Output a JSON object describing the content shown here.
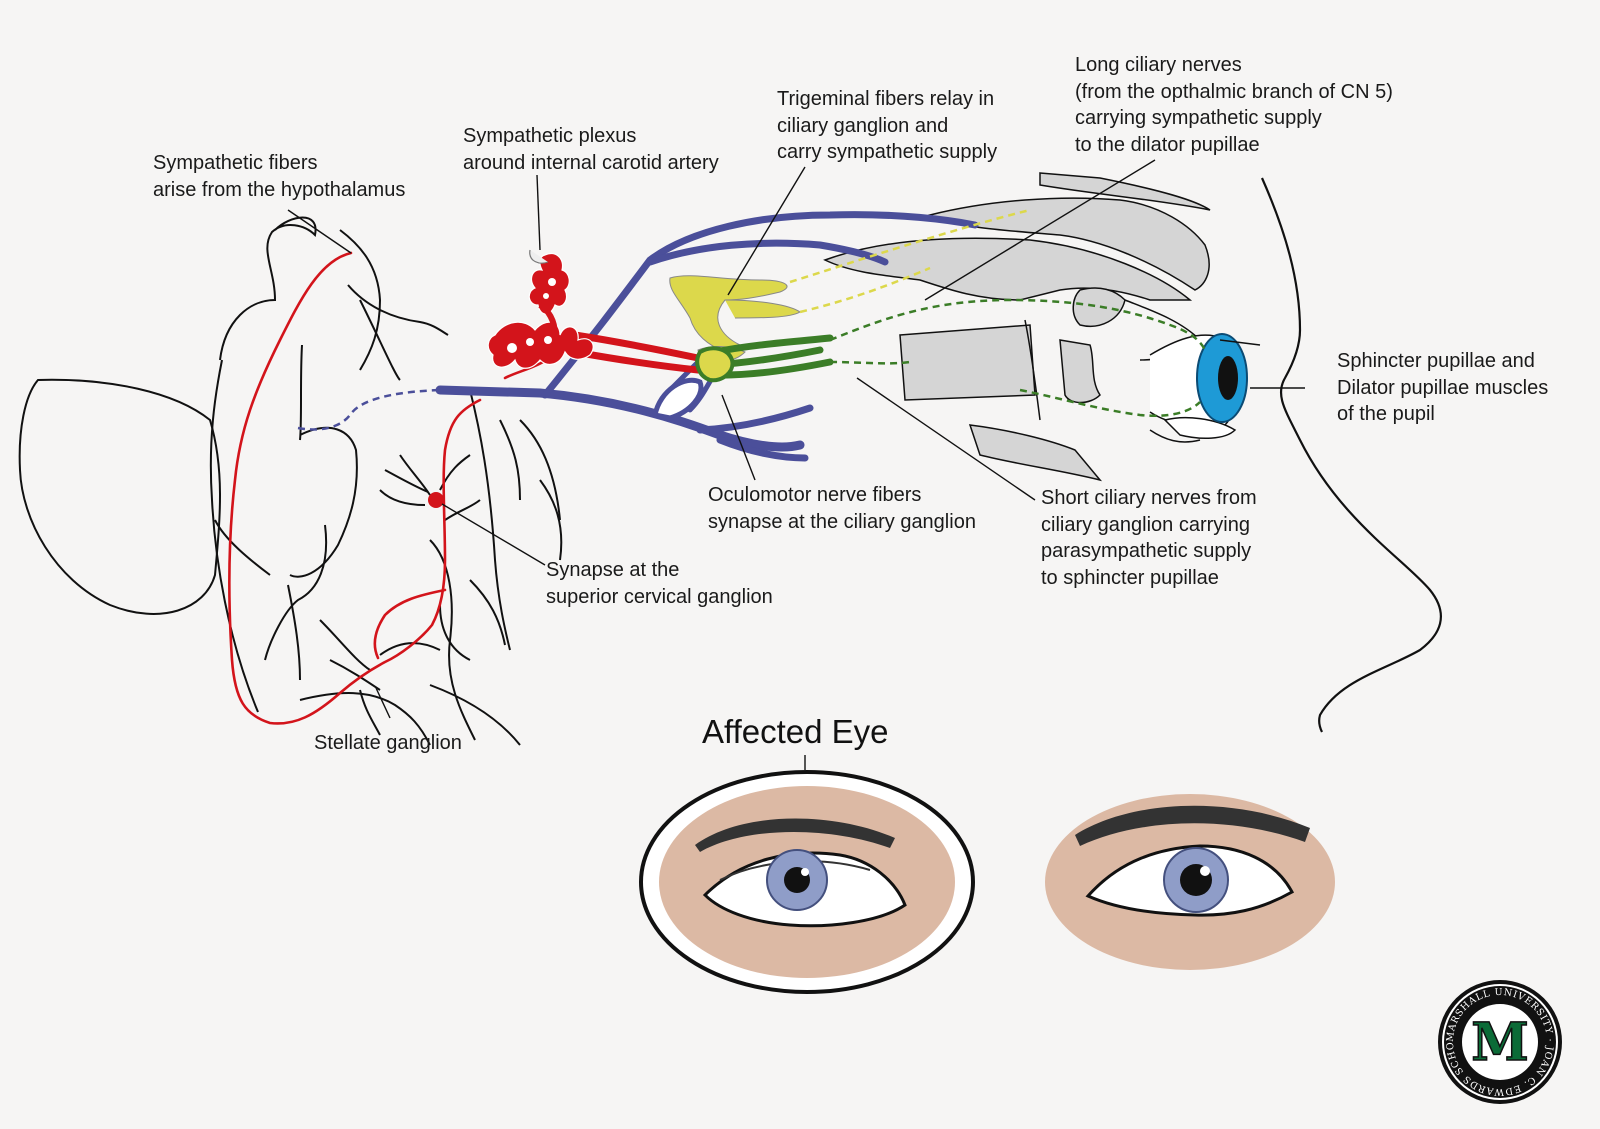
{
  "labels": {
    "hypothalamus": [
      "Sympathetic fibers",
      "arise from the hypothalamus"
    ],
    "plexus": [
      "Sympathetic plexus",
      "around internal carotid artery"
    ],
    "trigeminal": [
      "Trigeminal fibers relay in",
      "ciliary ganglion and",
      "carry sympathetic supply"
    ],
    "long_ciliary": [
      "Long ciliary nerves",
      "(from the opthalmic branch of CN 5)",
      "carrying sympathetic supply",
      "to the dilator pupillae"
    ],
    "sphincter": [
      "Sphincter pupillae and",
      "Dilator pupillae muscles",
      "of the pupil"
    ],
    "oculomotor": [
      "Oculomotor nerve fibers",
      "synapse at the ciliary ganglion"
    ],
    "short_ciliary": [
      "Short ciliary nerves from",
      "ciliary ganglion carrying",
      "parasympathetic supply",
      "to sphincter pupillae"
    ],
    "synapse_cervical": [
      "Synapse at the",
      "superior cervical ganglion"
    ],
    "stellate": [
      "Stellate ganglion"
    ],
    "affected_eye": "Affected Eye"
  },
  "logo": {
    "letter": "M",
    "ring_text": "MARSHALL UNIVERSITY · JOAN C. EDWARDS SCHOOL OF MEDICINE ·"
  },
  "colors": {
    "sympathetic": "#d3141b",
    "nerve_blue": "#4b4f9a",
    "trigeminal_yellow": "#dcd84b",
    "oculomotor_green": "#3b7d27",
    "bone_gray": "#d5d5d5",
    "iris_blue": "#1e9ad6",
    "skin": "#dcb9a4",
    "logo_green": "#0b6b37"
  }
}
